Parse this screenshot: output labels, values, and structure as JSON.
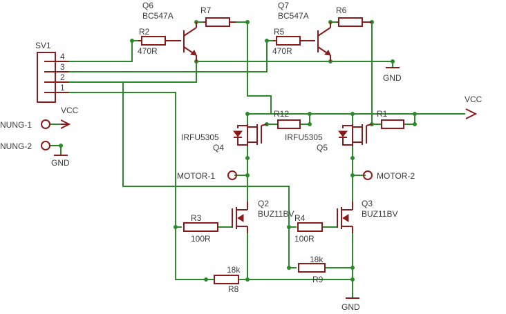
{
  "connector": {
    "name": "SV1",
    "pins": [
      "4",
      "3",
      "2",
      "1"
    ]
  },
  "supply": {
    "vcc_1": "VCC",
    "vcc_2": "VCC",
    "gnd_1": "GND",
    "gnd_2": "GND",
    "gnd_3": "GND"
  },
  "terminals": {
    "spannung_1": "NUNG-1",
    "spannung_2": "NUNG-2",
    "motor_1": "MOTOR-1",
    "motor_2": "MOTOR-2"
  },
  "transistors": {
    "q6": {
      "name": "Q6",
      "value": "BC547A"
    },
    "q7": {
      "name": "Q7",
      "value": "BC547A"
    },
    "q4": {
      "name": "Q4",
      "value": "IRFU5305"
    },
    "q5": {
      "name": "Q5",
      "value": "IRFU5305"
    },
    "q2": {
      "name": "Q2",
      "value": "BUZ11BV"
    },
    "q3": {
      "name": "Q3",
      "value": "BUZ11BV"
    }
  },
  "resistors": {
    "r2": {
      "name": "R2",
      "value": "470R"
    },
    "r5": {
      "name": "R5",
      "value": "470R"
    },
    "r7": {
      "name": "R7"
    },
    "r6": {
      "name": "R6"
    },
    "r12": {
      "name": "R12"
    },
    "r1": {
      "name": "R1"
    },
    "r3": {
      "name": "R3",
      "value": "100R"
    },
    "r4": {
      "name": "R4",
      "value": "100R"
    },
    "r8": {
      "name": "R8",
      "value": "18k"
    },
    "r9": {
      "name": "R9",
      "value": "18k"
    }
  },
  "colors": {
    "wire": "#2a8a2a",
    "part": "#8b1a1a",
    "text": "#3a3a3a",
    "background": "#ffffff"
  }
}
